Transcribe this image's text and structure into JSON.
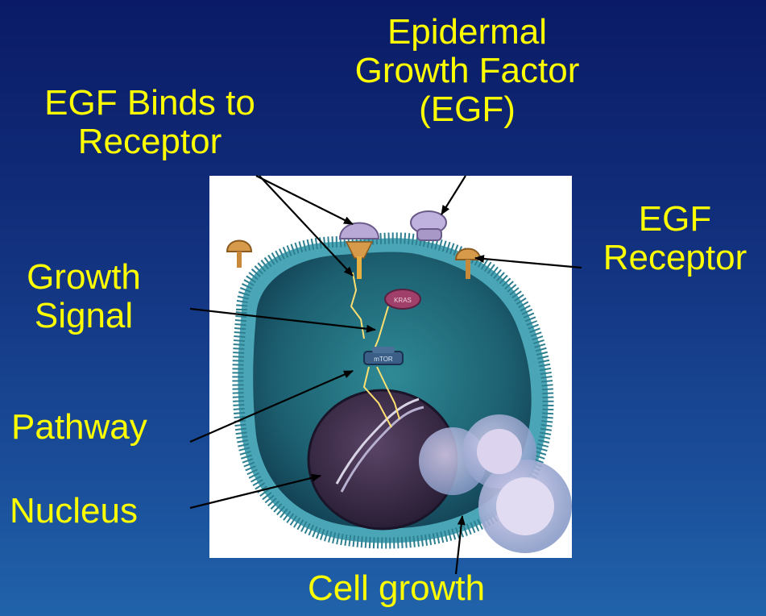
{
  "labels": {
    "egf_binds": [
      "EGF Binds to",
      "Receptor"
    ],
    "egf_factor": [
      "Epidermal",
      "Growth Factor",
      "(EGF)"
    ],
    "egf_receptor": [
      "EGF",
      "Receptor"
    ],
    "growth_signal": [
      "Growth",
      "Signal"
    ],
    "pathway": "Pathway",
    "nucleus": "Nucleus",
    "cell_growth": "Cell growth"
  },
  "diagram_text": {
    "kras": "KRAS",
    "mtor": "mTOR"
  },
  "colors": {
    "label": "#ffff00",
    "arrow": "#000000",
    "background_top": "#0a1a66",
    "background_bottom": "#2063aa"
  }
}
